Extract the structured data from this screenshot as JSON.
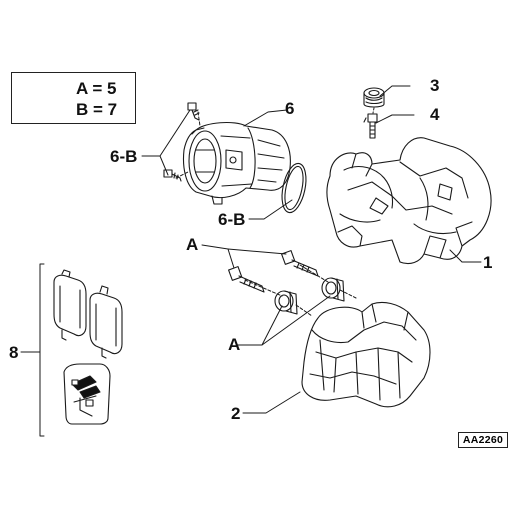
{
  "legend": {
    "line_a": "A = 5",
    "line_b": "B = 7",
    "icon": "torque-wrench-icon"
  },
  "callouts": {
    "c1": "1",
    "c2": "2",
    "c3": "3",
    "c4": "4",
    "c6": "6",
    "c8": "8",
    "c6b_top": "6-B",
    "c6b_bottom": "6-B",
    "ca_top": "A",
    "ca_bottom": "A"
  },
  "reference_code": "AA2260"
}
